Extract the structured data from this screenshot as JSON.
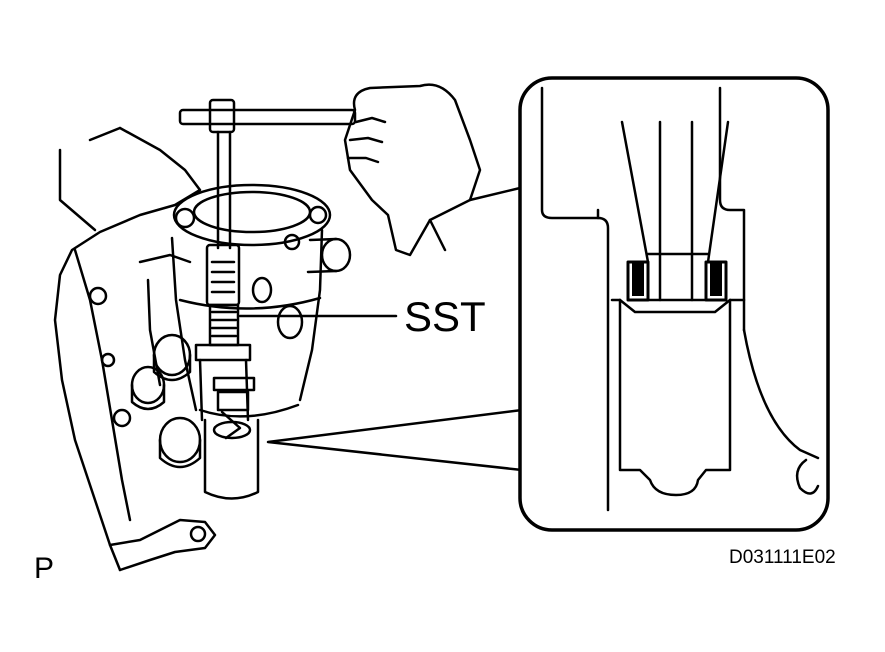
{
  "labels": {
    "sst": "SST",
    "p": "P",
    "code": "D031111E02"
  },
  "colors": {
    "ink": "#000000",
    "paper": "#ffffff"
  }
}
